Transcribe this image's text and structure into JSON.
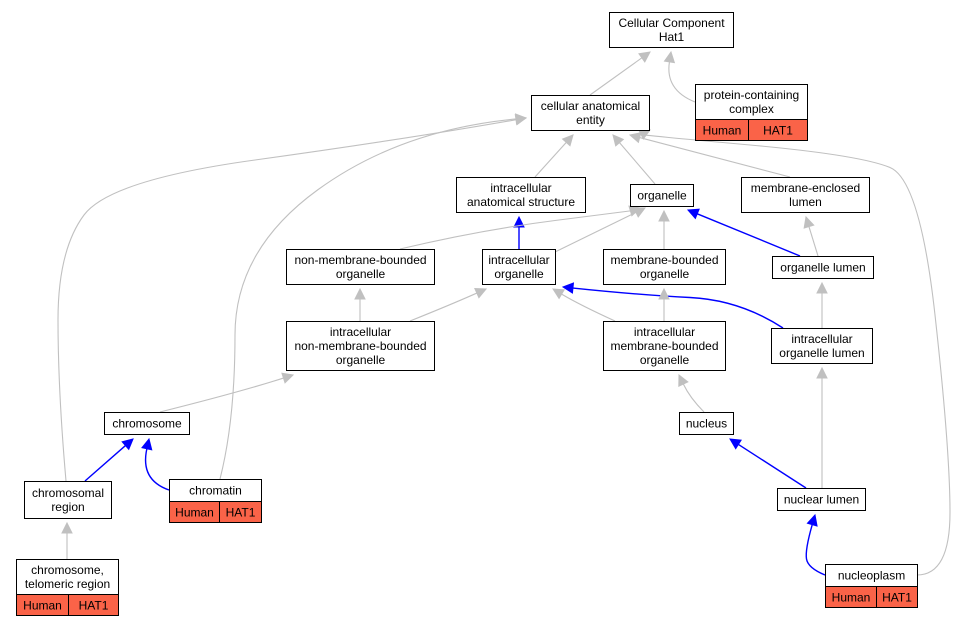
{
  "title": "Cellular Component Hat1",
  "colors": {
    "gray_edge": "#c0c0c0",
    "blue_edge": "#0000ff",
    "annotation_fill": "#fa6348",
    "node_border": "#000000",
    "node_fill": "#ffffff"
  },
  "nodes": [
    {
      "id": "root",
      "lines": [
        "Cellular Component",
        "Hat1"
      ]
    },
    {
      "id": "protein_complex",
      "lines": [
        "protein-containing",
        "complex"
      ],
      "tags": [
        "Human",
        "HAT1"
      ]
    },
    {
      "id": "cellular_anatomical_entity",
      "lines": [
        "cellular anatomical",
        "entity"
      ]
    },
    {
      "id": "intracellular_anatomical_structure",
      "lines": [
        "intracellular",
        "anatomical structure"
      ]
    },
    {
      "id": "organelle",
      "lines": [
        "organelle"
      ]
    },
    {
      "id": "membrane_enclosed_lumen",
      "lines": [
        "membrane-enclosed",
        "lumen"
      ]
    },
    {
      "id": "non_membrane_bounded_organelle",
      "lines": [
        "non-membrane-bounded",
        "organelle"
      ]
    },
    {
      "id": "intracellular_organelle",
      "lines": [
        "intracellular",
        "organelle"
      ]
    },
    {
      "id": "membrane_bounded_organelle",
      "lines": [
        "membrane-bounded",
        "organelle"
      ]
    },
    {
      "id": "organelle_lumen",
      "lines": [
        "organelle lumen"
      ]
    },
    {
      "id": "intracellular_non_membrane_bounded_organelle",
      "lines": [
        "intracellular",
        "non-membrane-bounded",
        "organelle"
      ]
    },
    {
      "id": "intracellular_membrane_bounded_organelle",
      "lines": [
        "intracellular",
        "membrane-bounded",
        "organelle"
      ]
    },
    {
      "id": "intracellular_organelle_lumen",
      "lines": [
        "intracellular",
        "organelle lumen"
      ]
    },
    {
      "id": "chromosome",
      "lines": [
        "chromosome"
      ]
    },
    {
      "id": "nucleus",
      "lines": [
        "nucleus"
      ]
    },
    {
      "id": "chromosomal_region",
      "lines": [
        "chromosomal",
        "region"
      ]
    },
    {
      "id": "chromatin",
      "lines": [
        "chromatin"
      ],
      "tags": [
        "Human",
        "HAT1"
      ]
    },
    {
      "id": "nuclear_lumen",
      "lines": [
        "nuclear lumen"
      ]
    },
    {
      "id": "chromosome_telomeric_region",
      "lines": [
        "chromosome,",
        "telomeric region"
      ],
      "tags": [
        "Human",
        "HAT1"
      ]
    },
    {
      "id": "nucleoplasm",
      "lines": [
        "nucleoplasm"
      ],
      "tags": [
        "Human",
        "HAT1"
      ]
    }
  ],
  "edges": [
    {
      "from": "cellular_anatomical_entity",
      "to": "root",
      "style": "gray"
    },
    {
      "from": "protein_complex",
      "to": "root",
      "style": "gray"
    },
    {
      "from": "intracellular_anatomical_structure",
      "to": "cellular_anatomical_entity",
      "style": "gray"
    },
    {
      "from": "organelle",
      "to": "cellular_anatomical_entity",
      "style": "gray"
    },
    {
      "from": "membrane_enclosed_lumen",
      "to": "cellular_anatomical_entity",
      "style": "gray"
    },
    {
      "from": "chromosomal_region",
      "to": "cellular_anatomical_entity",
      "style": "gray"
    },
    {
      "from": "chromatin",
      "to": "cellular_anatomical_entity",
      "style": "gray"
    },
    {
      "from": "nucleoplasm",
      "to": "cellular_anatomical_entity",
      "style": "gray"
    },
    {
      "from": "intracellular_organelle",
      "to": "intracellular_anatomical_structure",
      "style": "blue"
    },
    {
      "from": "non_membrane_bounded_organelle",
      "to": "organelle",
      "style": "gray"
    },
    {
      "from": "intracellular_organelle",
      "to": "organelle",
      "style": "gray"
    },
    {
      "from": "membrane_bounded_organelle",
      "to": "organelle",
      "style": "gray"
    },
    {
      "from": "organelle_lumen",
      "to": "organelle",
      "style": "blue"
    },
    {
      "from": "organelle_lumen",
      "to": "membrane_enclosed_lumen",
      "style": "gray"
    },
    {
      "from": "intracellular_non_membrane_bounded_organelle",
      "to": "non_membrane_bounded_organelle",
      "style": "gray"
    },
    {
      "from": "intracellular_non_membrane_bounded_organelle",
      "to": "intracellular_organelle",
      "style": "gray"
    },
    {
      "from": "intracellular_membrane_bounded_organelle",
      "to": "intracellular_organelle",
      "style": "gray"
    },
    {
      "from": "intracellular_organelle_lumen",
      "to": "intracellular_organelle",
      "style": "blue"
    },
    {
      "from": "intracellular_membrane_bounded_organelle",
      "to": "membrane_bounded_organelle",
      "style": "gray"
    },
    {
      "from": "intracellular_organelle_lumen",
      "to": "organelle_lumen",
      "style": "gray"
    },
    {
      "from": "chromosome",
      "to": "intracellular_non_membrane_bounded_organelle",
      "style": "gray"
    },
    {
      "from": "nucleus",
      "to": "intracellular_membrane_bounded_organelle",
      "style": "gray"
    },
    {
      "from": "nuclear_lumen",
      "to": "intracellular_organelle_lumen",
      "style": "gray"
    },
    {
      "from": "chromosomal_region",
      "to": "chromosome",
      "style": "blue"
    },
    {
      "from": "chromatin",
      "to": "chromosome",
      "style": "blue"
    },
    {
      "from": "nuclear_lumen",
      "to": "nucleus",
      "style": "blue"
    },
    {
      "from": "chromosome_telomeric_region",
      "to": "chromosomal_region",
      "style": "gray"
    },
    {
      "from": "nucleoplasm",
      "to": "nuclear_lumen",
      "style": "blue"
    }
  ]
}
